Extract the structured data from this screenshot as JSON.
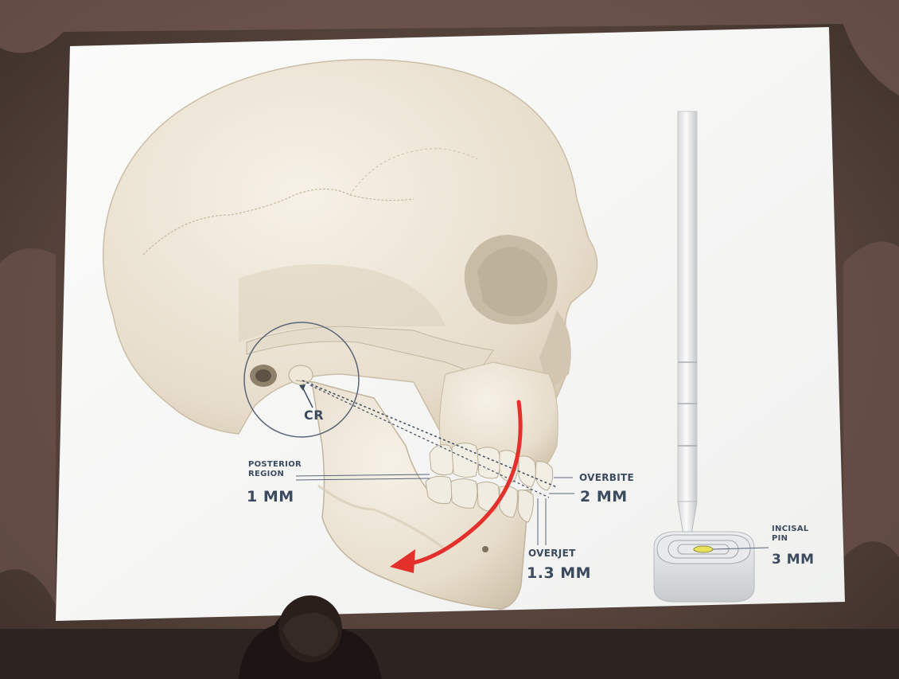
{
  "slide": {
    "labels": {
      "cr": "CR",
      "posterior_region": [
        "POSTERIOR",
        "REGION"
      ],
      "posterior_value": "1 MM",
      "overbite": "OVERBITE",
      "overbite_value": "2 MM",
      "overjet": "OVERJET",
      "overjet_value": "1.3 MM",
      "incisal_pin": [
        "INCISAL",
        "PIN"
      ],
      "incisal_pin_value": "3 MM"
    }
  },
  "colors": {
    "slide_background": "#f6f7f5",
    "bone": "#ece4d5",
    "bone_shadow": "#c9bca5",
    "label_text": "#3b4a5e",
    "arrow": "#e3302b",
    "room_wall": "#5a4740"
  },
  "icons": {
    "arrow": "red-rotation-arrow",
    "pin": "incisal-pin-icon"
  }
}
